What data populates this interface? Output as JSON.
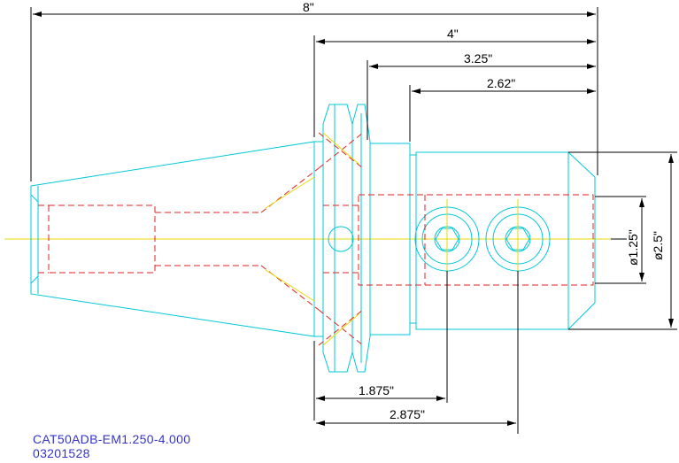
{
  "dimensions": {
    "overall_length": "8\"",
    "length_4": "4\"",
    "length_325": "3.25\"",
    "length_262": "2.62\"",
    "length_1875": "1.875\"",
    "length_2875": "2.875\"",
    "bore_diameter": "ø1.25\"",
    "outer_diameter": "ø2.5\""
  },
  "title_block": {
    "part_number": "CAT50ADB-EM1.250-4.000",
    "code": "03201528"
  },
  "colors": {
    "outline": "#00c8d8",
    "hidden": "#e02020",
    "center": "#e8d800",
    "dimension": "#000000",
    "label": "#3333cc"
  }
}
